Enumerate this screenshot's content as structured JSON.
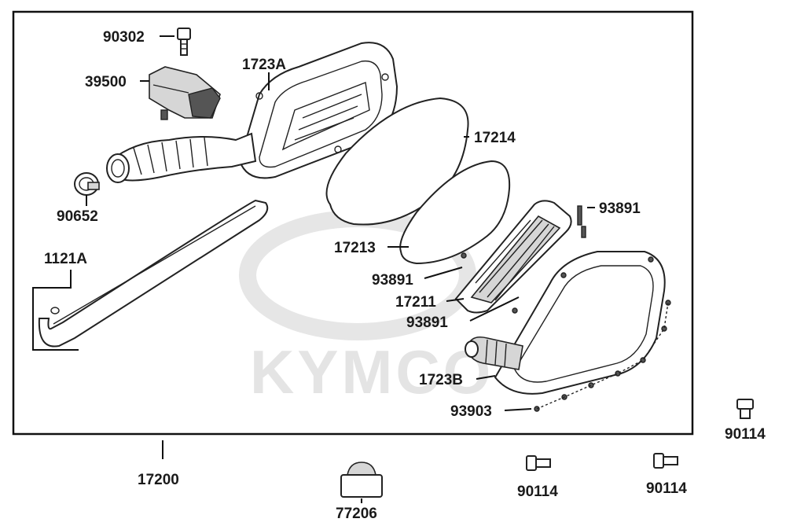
{
  "watermark": {
    "text": "KYMCO",
    "color": "#e4e4e4"
  },
  "labels": {
    "p90302": "90302",
    "p39500": "39500",
    "p1723A": "1723A",
    "p17214": "17214",
    "p90652": "90652",
    "p93891_top": "93891",
    "p1121A": "1121A",
    "p17213": "17213",
    "p93891_mid": "93891",
    "p17211": "17211",
    "p93891_low": "93891",
    "p1723B": "1723B",
    "p93903": "93903",
    "p90114_right": "90114",
    "p17200": "17200",
    "p77206": "77206",
    "p90114_a": "90114",
    "p90114_b": "90114"
  }
}
